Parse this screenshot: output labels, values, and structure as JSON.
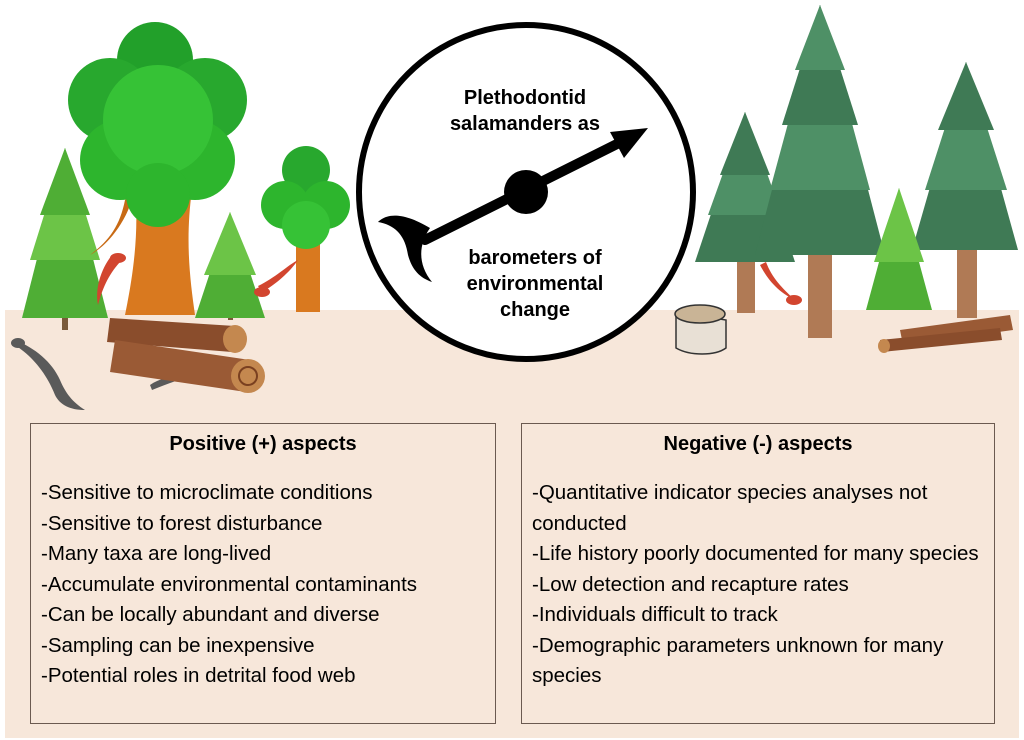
{
  "gauge": {
    "label_top_line1": "Plethodontid",
    "label_top_line2": "salamanders as",
    "label_bottom_line1": "barometers of",
    "label_bottom_line2": "environmental",
    "label_bottom_line3": "change"
  },
  "positive": {
    "title": "Positive (+) aspects",
    "items": [
      "-Sensitive to microclimate conditions",
      "-Sensitive to forest disturbance",
      "-Many taxa are long-lived",
      "-Accumulate environmental contaminants",
      "-Can be locally abundant and diverse",
      "-Sampling can be inexpensive",
      "-Potential roles in detrital food web"
    ]
  },
  "negative": {
    "title": "Negative (-) aspects",
    "items": [
      "-Quantitative indicator species analyses not conducted",
      "-Life history poorly documented for many species",
      "-Low detection and recapture rates",
      "-Individuals difficult to track",
      "-Demographic parameters unknown for many species"
    ]
  },
  "colors": {
    "ground": "#f7e7da",
    "deciduous_leaf": "#2db52d",
    "conifer_dark": "#3f7a55",
    "conifer_light": "#5cb83a",
    "trunk_orange": "#d9791f",
    "trunk_brown": "#b07a55",
    "log": "#9a5a35",
    "salamander_red": "#d2452f",
    "salamander_dark": "#5a5a5a"
  },
  "icons": [
    "deciduous-tree-icon",
    "conifer-tree-icon",
    "log-icon",
    "stump-icon",
    "salamander-icon",
    "barometer-dial-icon"
  ]
}
